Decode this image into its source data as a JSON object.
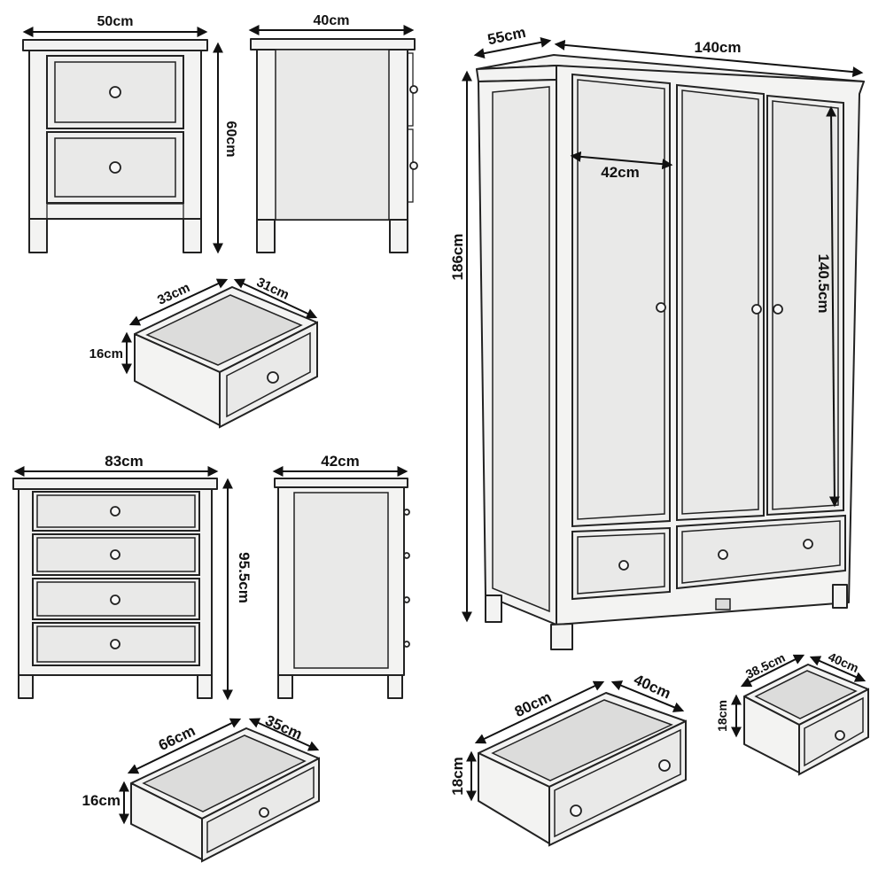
{
  "nightstand": {
    "width": "50cm",
    "height": "60cm",
    "depth": "40cm"
  },
  "nightstand_drawer": {
    "width": "33cm",
    "depth": "31cm",
    "height": "16cm"
  },
  "wardrobe": {
    "depth": "55cm",
    "width": "140cm",
    "height": "186cm",
    "door_width": "42cm",
    "door_height": "140.5cm"
  },
  "chest": {
    "width": "83cm",
    "height": "95.5cm",
    "depth": "42cm"
  },
  "chest_drawer": {
    "width": "66cm",
    "depth": "35cm",
    "height": "16cm"
  },
  "wardrobe_large_drawer": {
    "width": "80cm",
    "depth": "40cm",
    "height": "18cm"
  },
  "wardrobe_small_drawer": {
    "width": "38.5cm",
    "depth": "40cm",
    "height": "18cm"
  }
}
